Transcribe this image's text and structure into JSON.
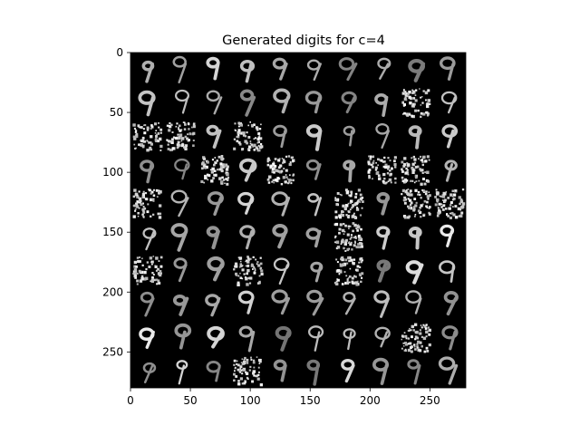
{
  "title": "Generated digits for c=4",
  "image": {
    "description": "10 by 10 grid of generated handwritten digit images, white strokes on black, many blurry 4/9-like shapes and several noise-filled tiles",
    "grid_rows": 10,
    "grid_cols": 10,
    "tile_size": 28,
    "colormap": "gray",
    "noisy_tiles": [
      [
        2,
        0
      ],
      [
        2,
        1
      ],
      [
        3,
        4
      ],
      [
        3,
        7
      ],
      [
        3,
        8
      ],
      [
        4,
        0
      ],
      [
        4,
        6
      ],
      [
        4,
        9
      ],
      [
        4,
        8
      ],
      [
        5,
        6
      ],
      [
        6,
        0
      ],
      [
        6,
        3
      ],
      [
        6,
        6
      ],
      [
        9,
        3
      ],
      [
        8,
        8
      ],
      [
        3,
        2
      ],
      [
        1,
        8
      ],
      [
        2,
        3
      ]
    ]
  },
  "axes": {
    "x_ticks": [
      "0",
      "50",
      "100",
      "150",
      "200",
      "250"
    ],
    "x_tick_values": [
      0,
      50,
      100,
      150,
      200,
      250
    ],
    "y_ticks": [
      "0",
      "50",
      "100",
      "150",
      "200",
      "250"
    ],
    "y_tick_values": [
      0,
      50,
      100,
      150,
      200,
      250
    ],
    "xlim": [
      0,
      280
    ],
    "ylim": [
      280,
      0
    ]
  }
}
